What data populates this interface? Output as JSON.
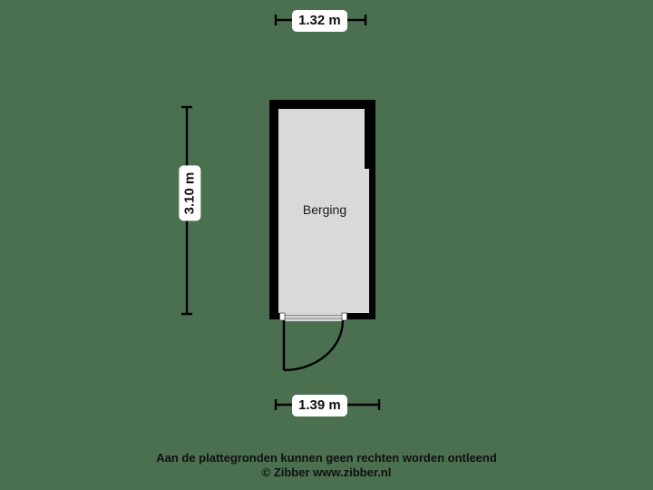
{
  "plan": {
    "room_label": "Berging",
    "colors": {
      "background": "#4a7050",
      "wall": "#000000",
      "floor": "#d9d9d9",
      "dimension_line": "#000000",
      "label_background": "#ffffff",
      "text": "#111111"
    },
    "dimensions": {
      "top": "1.32 m",
      "left": "3.10 m",
      "bottom": "1.39 m"
    },
    "door": {
      "name": "entry-door",
      "swing": "left"
    }
  },
  "footer": {
    "line1": "Aan de plattegronden kunnen geen rechten worden ontleend",
    "line2": "© Zibber www.zibber.nl"
  }
}
